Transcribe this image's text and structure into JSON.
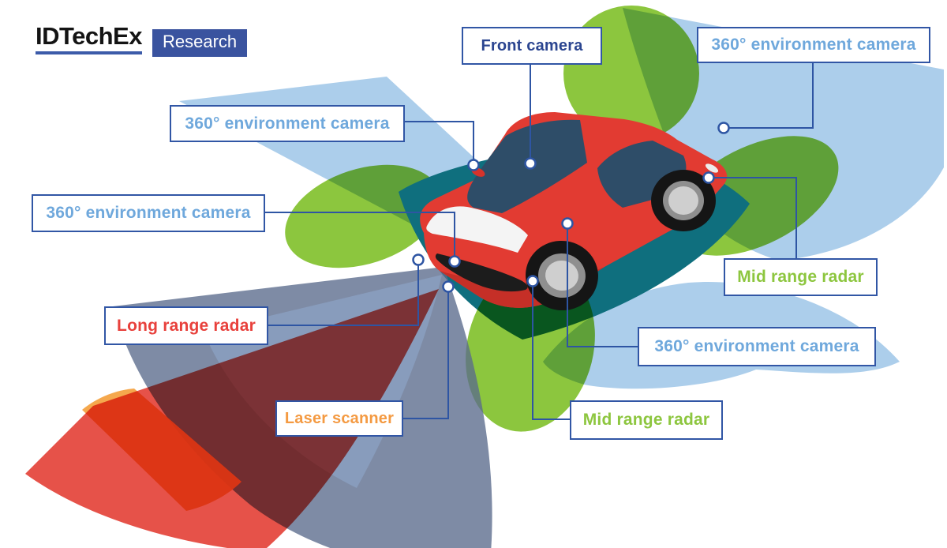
{
  "logo": {
    "brand": "IDTechEx",
    "badge": "Research"
  },
  "callouts": {
    "front_camera": "Front camera",
    "env_camera_top_right": "360° environment camera",
    "env_camera_top_left": "360° environment camera",
    "env_camera_left": "360° environment camera",
    "long_range_radar": "Long range radar",
    "laser_scanner": "Laser scanner",
    "mid_range_radar_right": "Mid range radar",
    "env_camera_bottom_right": "360° environment camera",
    "mid_range_radar_bottom": "Mid range radar"
  },
  "palette": {
    "callout_border": "#3156a5",
    "front_camera_text": "#2b4590",
    "env_camera_text": "#6fa8dc",
    "long_range_text": "#e8413c",
    "laser_text": "#f49a42",
    "mid_range_text": "#8dc63f",
    "camera_fan_blue": "#a8cbea",
    "radar_lobe_green": "#8cc63e",
    "platform_teal": "#0f6f7e",
    "long_range_fan_slate": "#5a6a8c",
    "laser_fan_red": "#e23a30",
    "laser_fan_orange": "#f4a343",
    "car_body_red": "#e23b32",
    "connector_blue": "#2e55a3",
    "logo_badge_bg": "#3a539f"
  }
}
